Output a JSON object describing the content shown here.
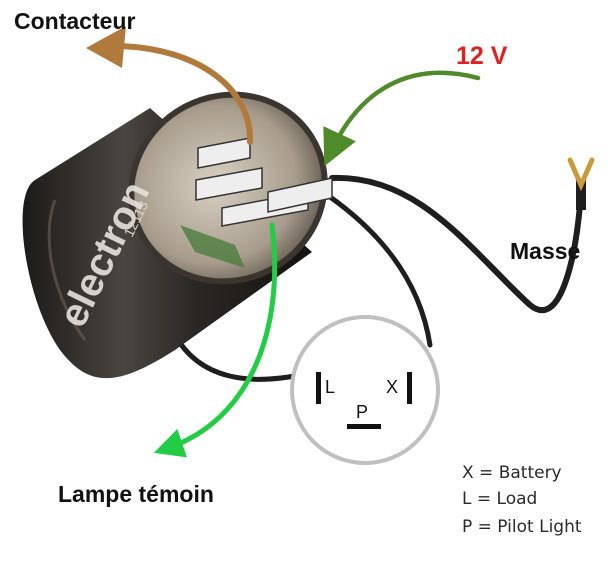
{
  "labels": {
    "contacteur": "Contacteur",
    "voltage": "12 V",
    "masse": "Masse",
    "lampe_temoin": "Lampe témoin"
  },
  "legend": [
    "X = Battery",
    "L = Load",
    "P = Pilot Light"
  ],
  "pinout": {
    "left_pin": "L",
    "right_pin": "X",
    "bottom_pin": "P"
  },
  "device": {
    "brand": "electron",
    "model": "12113"
  },
  "colors": {
    "contacteur_arrow": "#b07a3c",
    "supply_arrow": "#4f8a2b",
    "pilot_arrow": "#22cc44",
    "voltage_label": "#dd2222",
    "body_dark": "#2e2b28",
    "wire": "#1e1e1e",
    "terminal_lug": "#c89a3e"
  }
}
